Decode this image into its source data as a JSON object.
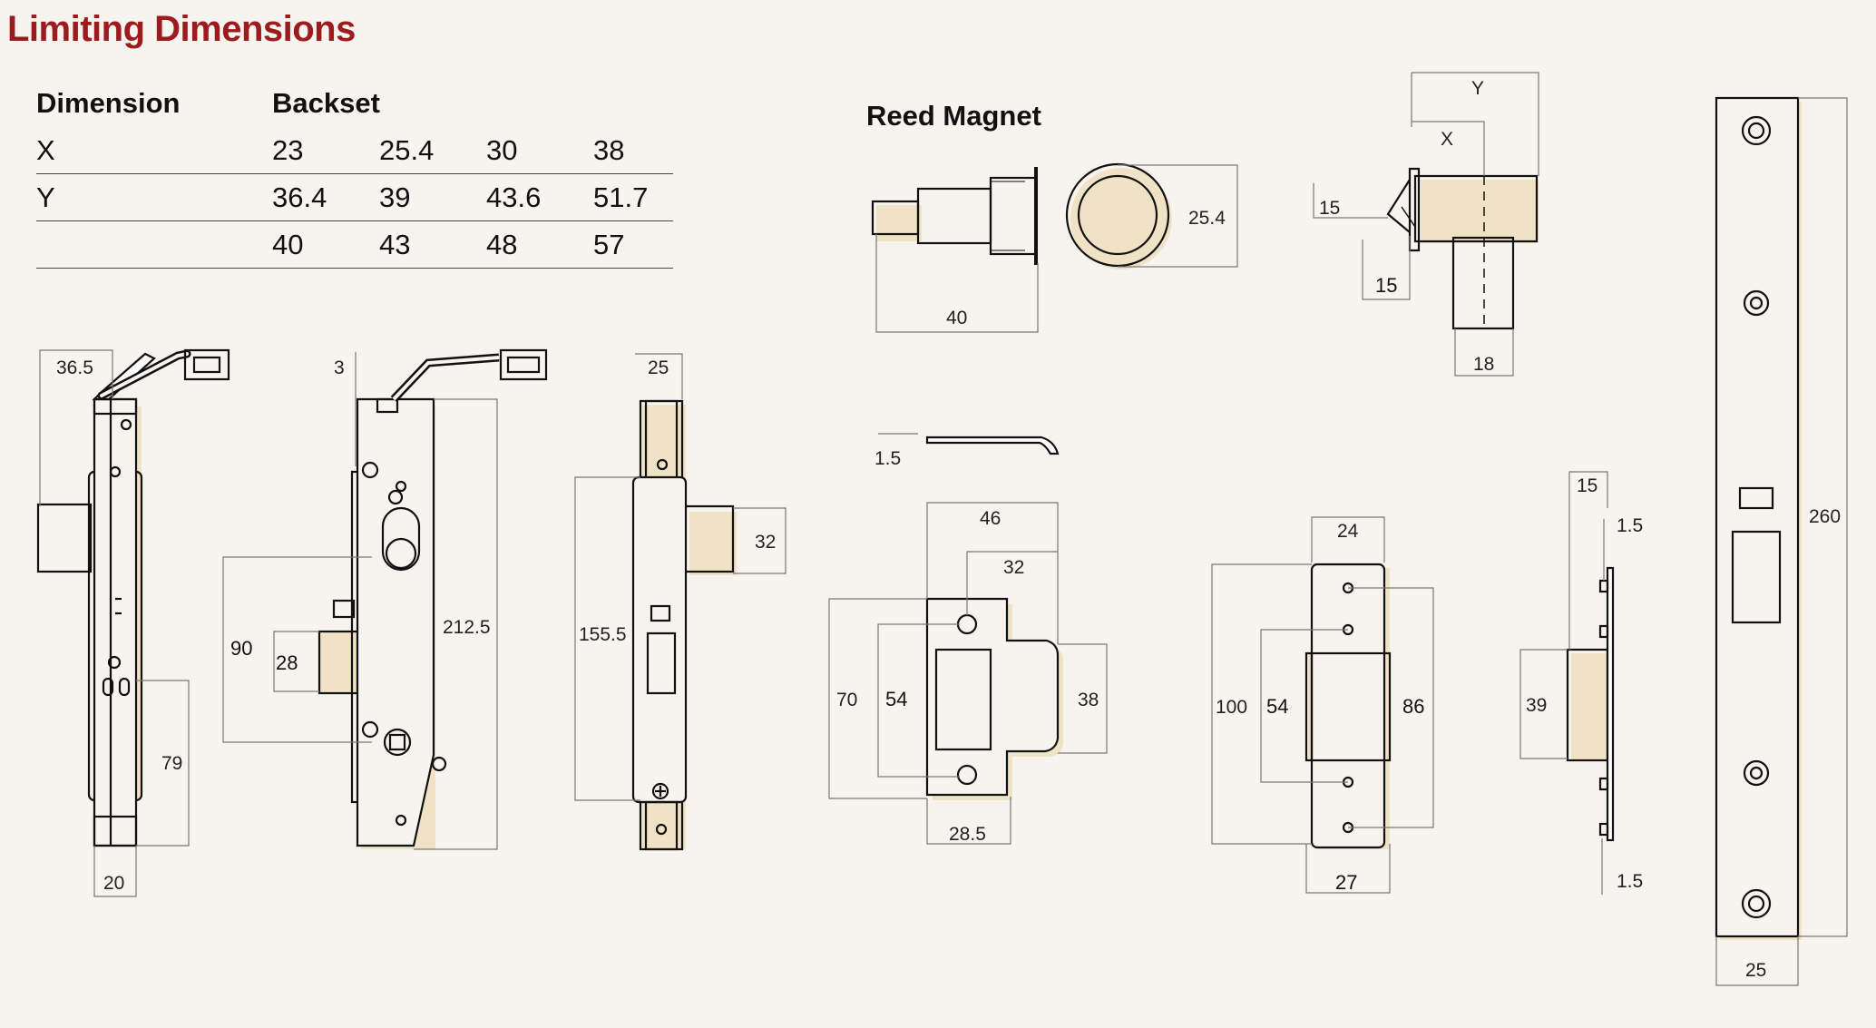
{
  "title": "Limiting Dimensions",
  "table": {
    "headers": [
      "Dimension",
      "Backset"
    ],
    "rows": [
      {
        "label": "X",
        "values": [
          "23",
          "25.4",
          "30",
          "38"
        ]
      },
      {
        "label": "Y",
        "values": [
          "36.4",
          "39",
          "43.6",
          "51.7"
        ]
      },
      {
        "label": "",
        "values": [
          "40",
          "43",
          "48",
          "57"
        ]
      }
    ]
  },
  "reed_magnet": {
    "title": "Reed Magnet",
    "dims": {
      "length": "40",
      "diameter": "25.4"
    }
  },
  "bolt_detail": {
    "y": "Y",
    "x": "X",
    "top": "15",
    "bottom": "15",
    "shaft": "18"
  },
  "lock_side": {
    "top": "36.5",
    "bottom": "20",
    "lower": "79"
  },
  "lock_front": {
    "top": "3",
    "height": "212.5",
    "span": "90",
    "bolt": "28"
  },
  "lock_edge": {
    "width": "25",
    "bolt": "32",
    "height": "155.5"
  },
  "spring_plate": {
    "thickness": "1.5"
  },
  "strike": {
    "width": "46",
    "inner": "32",
    "height": "70",
    "cutout": "54",
    "lip": "38",
    "bottom": "28.5"
  },
  "box_strike": {
    "top": "24",
    "outer": "100",
    "inner": "54",
    "height": "86",
    "bottom": "27"
  },
  "strike_side": {
    "depth": "15",
    "top": "1.5",
    "body": "39",
    "bottom": "1.5"
  },
  "faceplate": {
    "height": "260",
    "width": "25"
  },
  "colors": {
    "title": "#9b1b1f",
    "background": "#f7f4ef",
    "shadow": "#f0e2c4"
  }
}
